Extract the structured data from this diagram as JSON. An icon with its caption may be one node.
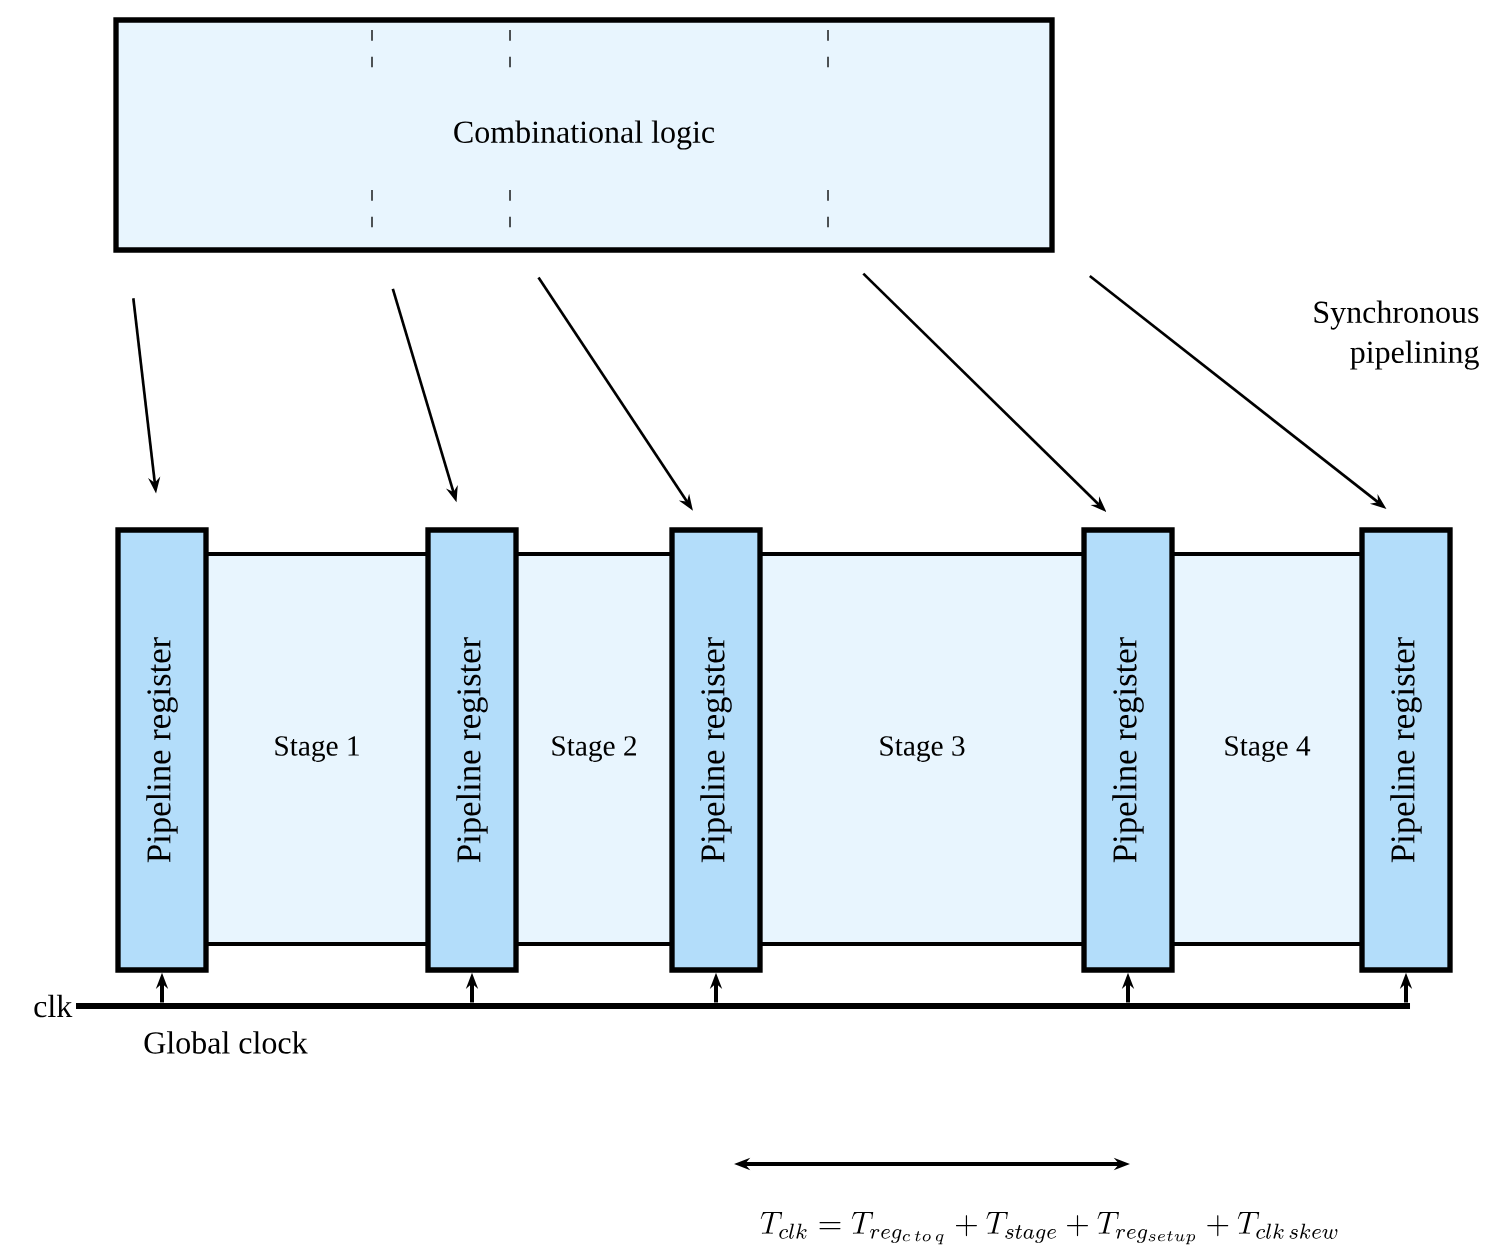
{
  "diagram": {
    "nodes": [
      {
        "text": [
          "Combinational logic"
        ]
      },
      {
        "text": [
          "Pipeline register"
        ]
      },
      {
        "text": [
          "Stage 1"
        ]
      },
      {
        "text": [
          "Pipeline register"
        ]
      },
      {
        "text": [
          "Stage 2"
        ]
      },
      {
        "text": [
          "Pipeline register"
        ]
      },
      {
        "text": [
          "Stage 3"
        ]
      },
      {
        "text": [
          "Pipeline register"
        ]
      },
      {
        "text": [
          "Stage 4"
        ]
      },
      {
        "text": [
          "Pipeline register"
        ]
      },
      {
        "text": [],
        "shape": "bar",
        "beside": [
          "clk",
          "Global clock"
        ]
      }
    ],
    "edges": [
      {
        "from": 0,
        "to": 1,
        "arrow": "to"
      },
      {
        "from": 0,
        "to": 3,
        "arrow": "to"
      },
      {
        "from": 0,
        "to": 5,
        "arrow": "to"
      },
      {
        "from": 0,
        "to": 7,
        "arrow": "to"
      },
      {
        "from": 0,
        "to": 9,
        "arrow": "to"
      },
      {
        "from": 10,
        "to": 1,
        "arrow": "to"
      },
      {
        "from": 10,
        "to": 3,
        "arrow": "to"
      },
      {
        "from": 10,
        "to": 5,
        "arrow": "to"
      },
      {
        "from": 10,
        "to": 7,
        "arrow": "to"
      },
      {
        "from": 10,
        "to": 9,
        "arrow": "to"
      }
    ],
    "labels": [
      "Synchronous pipelining",
      "T_{clk} = T_{reg_{c\\,to\\,q}} + T_{stage} + T_{reg_{setup}} + T_{clk\\,skew}"
    ]
  }
}
